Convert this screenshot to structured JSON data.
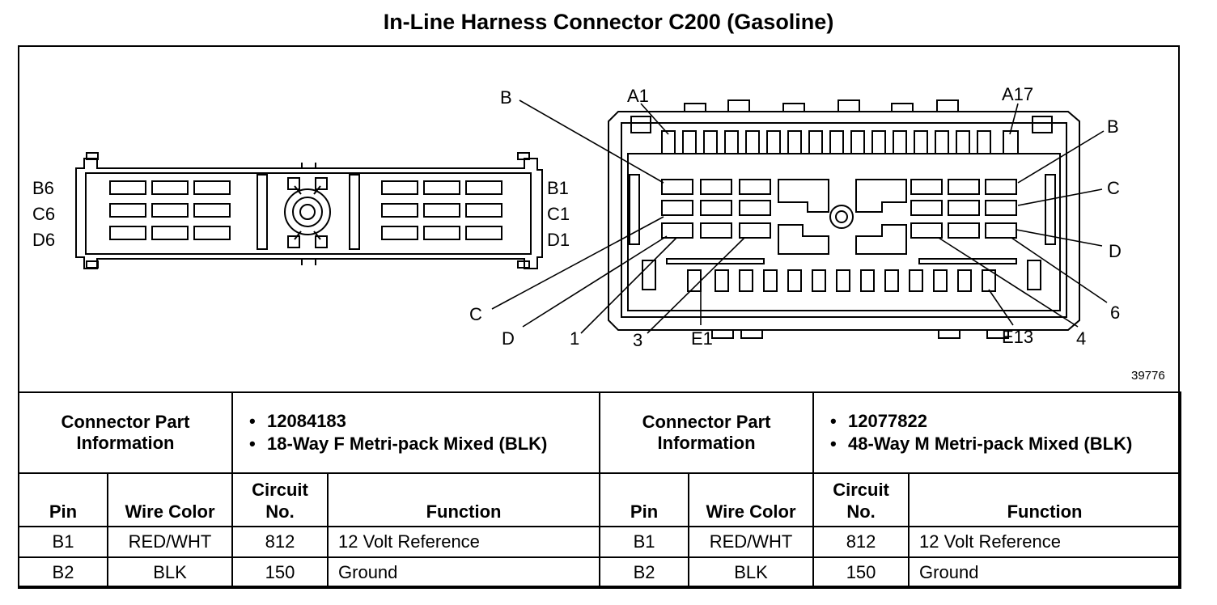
{
  "title": "In-Line Harness Connector C200 (Gasoline)",
  "figure_number": "39776",
  "left_connector": {
    "row_labels": [
      "B6",
      "C6",
      "D6"
    ],
    "right_labels": [
      "B1",
      "C1",
      "D1"
    ]
  },
  "right_connector": {
    "callouts": {
      "a1": "A1",
      "a17": "A17",
      "b_left": "B",
      "b_right": "B",
      "c_left": "C",
      "c_right": "C",
      "d_left": "D",
      "d_right": "D",
      "n1": "1",
      "n3": "3",
      "n4": "4",
      "n6": "6",
      "e1": "E1",
      "e13": "E13"
    }
  },
  "table": {
    "left": {
      "info_label": "Connector Part Information",
      "parts": [
        "12084183",
        "18-Way F Metri-pack Mixed (BLK)"
      ],
      "headers": {
        "pin": "Pin",
        "wire_color": "Wire Color",
        "circuit": "Circuit No.",
        "function": "Function"
      },
      "rows": [
        {
          "pin": "B1",
          "wire_color": "RED/WHT",
          "circuit": "812",
          "function": "12 Volt Reference"
        },
        {
          "pin": "B2",
          "wire_color": "BLK",
          "circuit": "150",
          "function": "Ground"
        }
      ]
    },
    "right": {
      "info_label": "Connector Part Information",
      "parts": [
        "12077822",
        "48-Way M Metri-pack Mixed (BLK)"
      ],
      "headers": {
        "pin": "Pin",
        "wire_color": "Wire Color",
        "circuit": "Circuit No.",
        "function": "Function"
      },
      "rows": [
        {
          "pin": "B1",
          "wire_color": "RED/WHT",
          "circuit": "812",
          "function": "12 Volt Reference"
        },
        {
          "pin": "B2",
          "wire_color": "BLK",
          "circuit": "150",
          "function": "Ground"
        }
      ]
    }
  }
}
